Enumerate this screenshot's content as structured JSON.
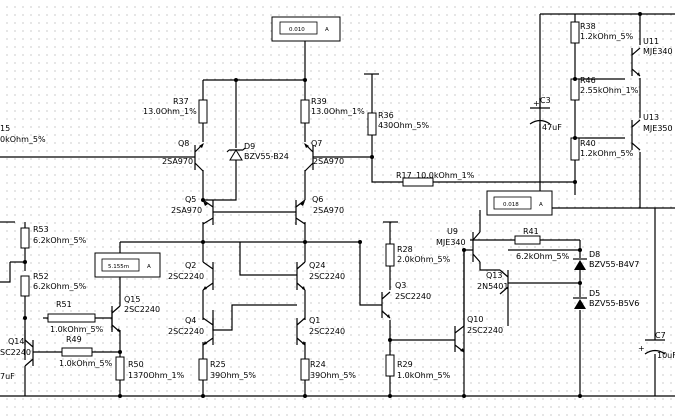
{
  "schematic": {
    "meters": [
      {
        "reading": "0.010",
        "unit": "A"
      },
      {
        "reading": "0.018",
        "unit": "A"
      },
      {
        "reading": "5.155m",
        "unit": "A"
      }
    ],
    "components": {
      "R15": {
        "ref": "15",
        "value": "0kOhm_5%"
      },
      "R37": {
        "ref": "R37",
        "value": "13.0Ohm_1%"
      },
      "R39": {
        "ref": "R39",
        "value": "13.0Ohm_1%"
      },
      "R36": {
        "ref": "R36",
        "value": "430Ohm_5%"
      },
      "R17": {
        "ref": "R17",
        "value": "10.0kOhm_1%"
      },
      "R38": {
        "ref": "R38",
        "value": "1.2kOhm_5%"
      },
      "R46": {
        "ref": "R46",
        "value": "2.55kOhm_1%"
      },
      "R40": {
        "ref": "R40",
        "value": "1.2kOhm_5%"
      },
      "R53": {
        "ref": "R53",
        "value": "6.2kOhm_5%"
      },
      "R52": {
        "ref": "R52",
        "value": "6.2kOhm_5%"
      },
      "R51": {
        "ref": "R51",
        "value": "1.0kOhm_5%"
      },
      "R49": {
        "ref": "R49",
        "value": "1.0kOhm_5%"
      },
      "R50": {
        "ref": "R50",
        "value": "1370Ohm_1%"
      },
      "R25": {
        "ref": "R25",
        "value": "39Ohm_5%"
      },
      "R24": {
        "ref": "R24",
        "value": "39Ohm_5%"
      },
      "R28": {
        "ref": "R28",
        "value": "2.0kOhm_5%"
      },
      "R29": {
        "ref": "R29",
        "value": "1.0kOhm_5%"
      },
      "R41": {
        "ref": "R41",
        "value": "6.2kOhm_5%"
      },
      "Q8": {
        "ref": "Q8",
        "value": "2SA970"
      },
      "Q7": {
        "ref": "Q7",
        "value": "2SA970"
      },
      "Q5": {
        "ref": "Q5",
        "value": "2SA970"
      },
      "Q6": {
        "ref": "Q6",
        "value": "2SA970"
      },
      "Q2": {
        "ref": "Q2",
        "value": "2SC2240"
      },
      "Q24": {
        "ref": "Q24",
        "value": "2SC2240"
      },
      "Q4": {
        "ref": "Q4",
        "value": "2SC2240"
      },
      "Q1": {
        "ref": "Q1",
        "value": "2SC2240"
      },
      "Q3": {
        "ref": "Q3",
        "value": "2SC2240"
      },
      "Q10": {
        "ref": "Q10",
        "value": "2SC2240"
      },
      "Q13": {
        "ref": "Q13",
        "value": "2N5401"
      },
      "Q14": {
        "ref": "Q14",
        "value": "SC2240"
      },
      "Q15": {
        "ref": "Q15",
        "value": "2SC2240"
      },
      "U9": {
        "ref": "U9",
        "value": "MJE340"
      },
      "U11": {
        "ref": "U11",
        "value": "MJE340"
      },
      "U13": {
        "ref": "U13",
        "value": "MJE350"
      },
      "D9": {
        "ref": "D9",
        "value": "BZV55-B24"
      },
      "D8": {
        "ref": "D8",
        "value": "BZV55-B4V7"
      },
      "D5": {
        "ref": "D5",
        "value": "BZV55-B5V6"
      },
      "C3": {
        "ref": "C3",
        "value": "47uF"
      },
      "C7": {
        "ref": "C7",
        "value": "10uF"
      },
      "C14": {
        "ref": "",
        "value": "7uF"
      }
    }
  }
}
